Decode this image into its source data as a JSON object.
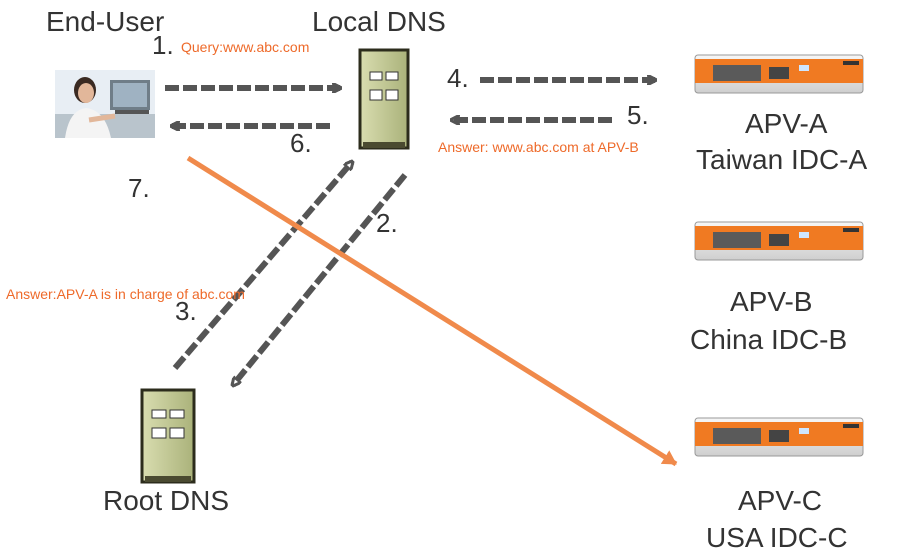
{
  "nodes": {
    "end_user": {
      "label": "End-User",
      "icon": "user-photo-icon"
    },
    "local_dns": {
      "label": "Local DNS",
      "icon": "server-tower-icon"
    },
    "root_dns": {
      "label": "Root DNS",
      "icon": "server-tower-icon"
    },
    "apv_a": {
      "name": "APV-A",
      "location": "Taiwan IDC-A",
      "icon": "load-balancer-appliance-icon"
    },
    "apv_b": {
      "name": "APV-B",
      "location": "China IDC-B",
      "icon": "load-balancer-appliance-icon"
    },
    "apv_c": {
      "name": "APV-C",
      "location": "USA IDC-C",
      "icon": "load-balancer-appliance-icon"
    }
  },
  "steps": {
    "s1": "1.",
    "s2": "2.",
    "s3": "3.",
    "s4": "4.",
    "s5": "5.",
    "s6": "6.",
    "s7": "7."
  },
  "annotations": {
    "query": "Query:www.abc.com",
    "answer_root": "Answer:APV-A is in charge of abc.com",
    "answer_apv": "Answer: www.abc.com at APV-B"
  },
  "colors": {
    "arrow_gray": "#555555",
    "arrow_orange": "#f08a4b",
    "annotation_orange": "#ee6a2a",
    "server_body": "#c9cf9a",
    "appliance_orange": "#f07a22"
  }
}
